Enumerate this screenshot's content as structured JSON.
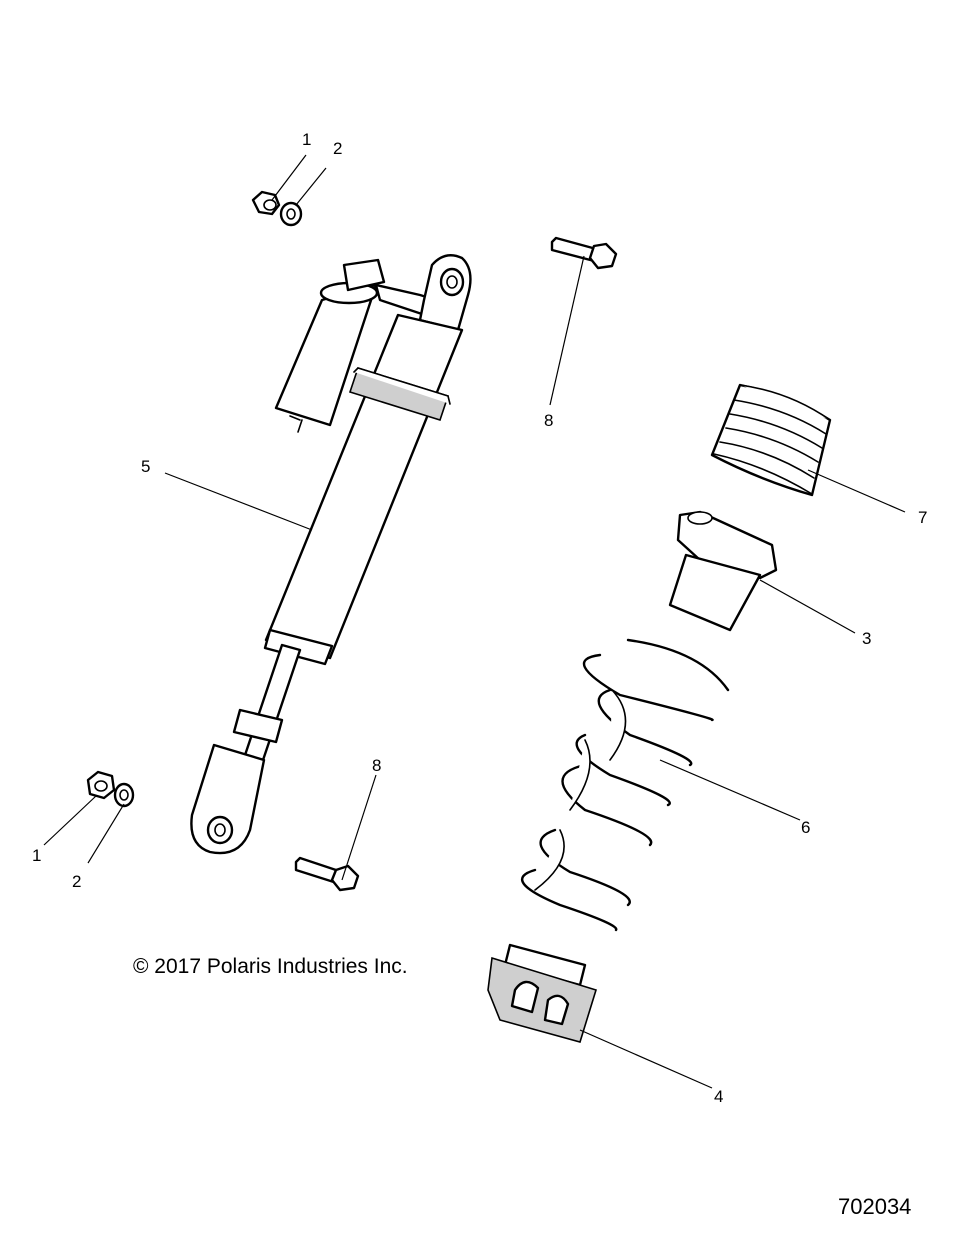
{
  "callouts": {
    "c1_top": "1",
    "c2_top": "2",
    "c8_top": "8",
    "c5": "5",
    "c7": "7",
    "c3": "3",
    "c6": "6",
    "c8_bottom": "8",
    "c1_bottom": "1",
    "c2_bottom": "2",
    "c4": "4"
  },
  "copyright": "© 2017 Polaris Industries Inc.",
  "figure_number": "702034"
}
